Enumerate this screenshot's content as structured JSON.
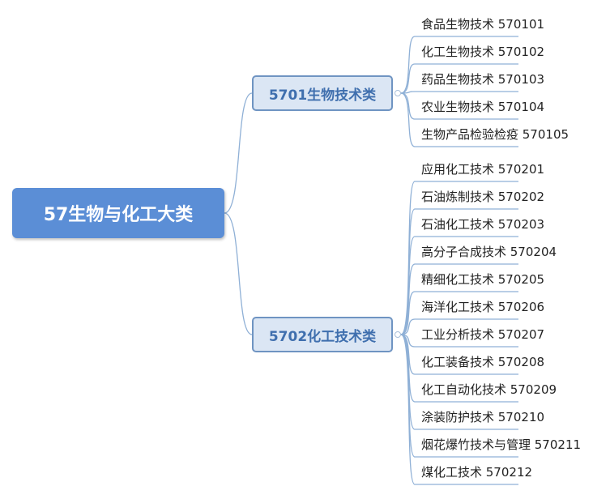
{
  "root": {
    "label": "57生物与化工大类"
  },
  "branches": [
    {
      "label": "5701生物技术类",
      "items": [
        "食品生物技术 570101",
        "化工生物技术 570102",
        "药品生物技术 570103",
        "农业生物技术 570104",
        "生物产品检验检疫 570105"
      ]
    },
    {
      "label": "5702化工技术类",
      "items": [
        "应用化工技术 570201",
        "石油炼制技术 570202",
        "石油化工技术 570203",
        "高分子合成技术 570204",
        "精细化工技术 570205",
        "海洋化工技术 570206",
        "工业分析技术 570207",
        "化工装备技术 570208",
        "化工自动化技术 570209",
        "涂装防护技术 570210",
        "烟花爆竹技术与管理 570211",
        "煤化工技术 570212"
      ]
    }
  ],
  "colors": {
    "root_fill": "#5b8ed6",
    "branch_fill": "#dbe6f4",
    "branch_border": "#6f94c2",
    "branch_text": "#3f6fae",
    "connector": "#8fb0d6"
  }
}
